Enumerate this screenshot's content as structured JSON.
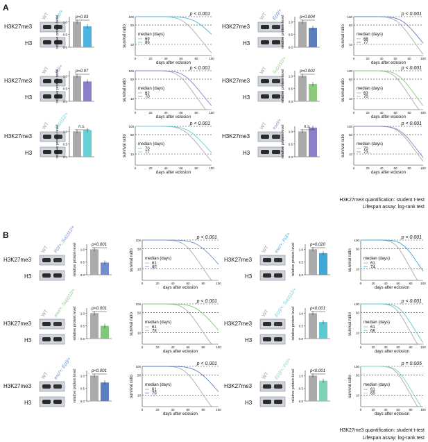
{
  "panel_labels": [
    "A",
    "B"
  ],
  "labels": {
    "h3k27me3": "H3K27me3",
    "h3": "H3",
    "wt": "WT",
    "ylabel_bar": "relative protein level",
    "ylabel_surv": "survival ratio",
    "xlabel_surv": "days after eclosion",
    "median_title": "median (days)",
    "surv_ticks_y": [
      "100",
      "50",
      "10"
    ],
    "surv_ticks_x": [
      "0",
      "20",
      "40",
      "60",
      "80",
      "100"
    ],
    "bar_ticks_y": [
      "1.0",
      "0.5",
      "0.0"
    ]
  },
  "footnotes": [
    {
      "text": "H3K27me3 quantification: student t-test"
    },
    {
      "text": "Lifespan assay: log-rank test"
    }
  ],
  "footnotes_b": [
    {
      "text": "H3K27me3 quantification: student t-test"
    },
    {
      "text": "Lifespan assay: log-rank test"
    }
  ],
  "colors": {
    "gray": "#aaaaaa",
    "esc": "#4fb3e0",
    "ezh": "#5a7fc0",
    "pcl": "#8a7fc9",
    "su12": "#8cc97a",
    "su12b": "#66d0d6",
    "esc_ezh": "#5a7fc0",
    "esc_pcl": "#3fa6d8",
    "su12_pcl": "#7aa9d6",
    "esc_su12": "#7fc77a",
    "ezh_su12": "#5cc8cf",
    "ezh_pcl": "#7fd2b8",
    "pcl_su12": "#6f8dd0"
  },
  "chart_data": [
    {
      "id": "A-esc",
      "type": "bar",
      "genotype": "esc^{e5}/+",
      "categories": [
        "WT",
        "esc"
      ],
      "values": [
        1.0,
        0.82
      ],
      "ylim": [
        0,
        1.2
      ],
      "pvalue": "p=0.03"
    },
    {
      "id": "A-esc-surv",
      "type": "line",
      "ylabel": "survival ratio",
      "xlabel": "days after eclosion",
      "median": [
        69,
        86
      ],
      "pvalue": "p < 0.001"
    },
    {
      "id": "A-ezh",
      "type": "bar",
      "genotype": "E(z)^{63}/+",
      "categories": [
        "WT",
        "E(z)"
      ],
      "values": [
        1.0,
        0.76
      ],
      "ylim": [
        0,
        1.2
      ],
      "pvalue": "p=0.004"
    },
    {
      "id": "A-ezh-surv",
      "type": "line",
      "median": [
        68,
        77
      ],
      "pvalue": "p < 0.001"
    },
    {
      "id": "A-pcl",
      "type": "bar",
      "genotype": "Pcl^{D5}/+",
      "categories": [
        "WT",
        "Pcl"
      ],
      "values": [
        1.0,
        0.78
      ],
      "ylim": [
        0,
        1.2
      ],
      "pvalue": "p=0.07"
    },
    {
      "id": "A-pcl-surv",
      "type": "line",
      "median": [
        62,
        70
      ],
      "pvalue": "p < 0.001"
    },
    {
      "id": "A-su12",
      "type": "bar",
      "genotype": "Su(z)12^{4}/+",
      "categories": [
        "WT",
        "Su(z)12"
      ],
      "values": [
        1.0,
        0.68
      ],
      "ylim": [
        0,
        1.2
      ],
      "pvalue": "p=0.002"
    },
    {
      "id": "A-su12-surv",
      "type": "line",
      "median": [
        63,
        70
      ],
      "pvalue": "p < 0.001"
    },
    {
      "id": "A-su12b",
      "type": "bar",
      "genotype": "Su(z)12^{2}/+",
      "categories": [
        "WT",
        "Su(z)12"
      ],
      "values": [
        1.0,
        1.05
      ],
      "ylim": [
        0,
        1.2
      ],
      "pvalue": "n.s."
    },
    {
      "id": "A-su12b-surv",
      "type": "line",
      "median": [
        70,
        77
      ],
      "pvalue": "p < 0.001"
    },
    {
      "id": "A-escl",
      "type": "bar",
      "genotype": "escl^{d01514}/+",
      "categories": [
        "WT",
        "escl"
      ],
      "values": [
        1.0,
        1.15
      ],
      "ylim": [
        0,
        1.2
      ],
      "pvalue": "n.s."
    },
    {
      "id": "A-escl-surv",
      "type": "line",
      "median": [
        70,
        73
      ],
      "pvalue": "p < 0.001"
    },
    {
      "id": "B-1",
      "type": "bar",
      "genotype": "Pcl^{D5}/+; Su(z)12^{4}/+",
      "categories": [
        "WT",
        "double"
      ],
      "values": [
        1.0,
        0.48
      ],
      "ylim": [
        0,
        1.2
      ],
      "pvalue": "p<0.001"
    },
    {
      "id": "B-1-surv",
      "type": "line",
      "median": [
        61,
        80
      ],
      "pvalue": "p < 0.001"
    },
    {
      "id": "B-2",
      "type": "bar",
      "genotype": "esc^{e5}/+; Pcl^{D5}/+",
      "categories": [
        "WT",
        "double"
      ],
      "values": [
        1.0,
        0.85
      ],
      "ylim": [
        0,
        1.2
      ],
      "pvalue": "p=0.020"
    },
    {
      "id": "B-2-surv",
      "type": "line",
      "median": [
        61,
        74
      ],
      "pvalue": "p < 0.001"
    },
    {
      "id": "B-3",
      "type": "bar",
      "genotype": "esc^{e5}/+; Su(z)12^{4}/+",
      "categories": [
        "WT",
        "double"
      ],
      "values": [
        1.0,
        0.5
      ],
      "ylim": [
        0,
        1.2
      ],
      "pvalue": "p<0.001"
    },
    {
      "id": "B-3-surv",
      "type": "line",
      "median": [
        61,
        78
      ],
      "pvalue": "p < 0.001"
    },
    {
      "id": "B-4",
      "type": "bar",
      "genotype": "E(z)^{63}/+; Su(z)12^{4}/+",
      "categories": [
        "WT",
        "double"
      ],
      "values": [
        1.0,
        0.65
      ],
      "ylim": [
        0,
        1.2
      ],
      "pvalue": "p<0.001"
    },
    {
      "id": "B-4-surv",
      "type": "line",
      "median": [
        61,
        68
      ],
      "pvalue": "p < 0.001"
    },
    {
      "id": "B-5",
      "type": "bar",
      "genotype": "esc^{e5}/+; E(z)^{63}/+",
      "categories": [
        "WT",
        "double"
      ],
      "values": [
        1.0,
        0.73
      ],
      "ylim": [
        0,
        1.2
      ],
      "pvalue": "p<0.001"
    },
    {
      "id": "B-5-surv",
      "type": "line",
      "median": [
        61,
        79
      ],
      "pvalue": "p < 0.001"
    },
    {
      "id": "B-6",
      "type": "bar",
      "genotype": "E(z)^{63}/+; Pcl^{D5}/+",
      "categories": [
        "WT",
        "double"
      ],
      "values": [
        1.0,
        0.8
      ],
      "ylim": [
        0,
        1.2
      ],
      "pvalue": "p<0.001"
    },
    {
      "id": "B-6-surv",
      "type": "line",
      "median": [
        61,
        65
      ],
      "pvalue": "p = 0.005"
    }
  ]
}
